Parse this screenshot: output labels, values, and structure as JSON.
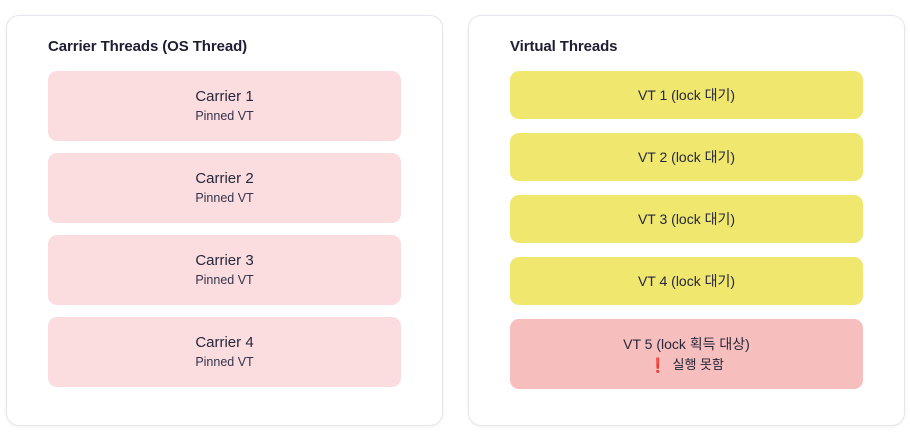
{
  "theme": {
    "page_background": "#ffffff",
    "card_background": "#ffffff",
    "card_border": "#e5e5ee",
    "title_color": "#1d1e33",
    "carrier_box_color": "#fbdde0",
    "vt_waiting_color": "#f0e76e",
    "vt_target_color": "#f7bebe",
    "warning_color": "#e02020"
  },
  "left_panel": {
    "title": "Carrier Threads (OS Thread)",
    "rows": [
      {
        "name": "Carrier 1",
        "status": "Pinned VT"
      },
      {
        "name": "Carrier 2",
        "status": "Pinned VT"
      },
      {
        "name": "Carrier 3",
        "status": "Pinned VT"
      },
      {
        "name": "Carrier 4",
        "status": "Pinned VT"
      }
    ]
  },
  "right_panel": {
    "title": "Virtual Threads",
    "rows": [
      {
        "label": "VT 1 (lock 대기)",
        "state": "waiting",
        "note": "",
        "warn_glyph": ""
      },
      {
        "label": "VT 2 (lock 대기)",
        "state": "waiting",
        "note": "",
        "warn_glyph": ""
      },
      {
        "label": "VT 3 (lock 대기)",
        "state": "waiting",
        "note": "",
        "warn_glyph": ""
      },
      {
        "label": "VT 4 (lock 대기)",
        "state": "waiting",
        "note": "",
        "warn_glyph": ""
      },
      {
        "label": "VT 5 (lock 획득 대상)",
        "state": "blocked",
        "note": "실행 못함",
        "warn_glyph": "❗"
      }
    ]
  }
}
